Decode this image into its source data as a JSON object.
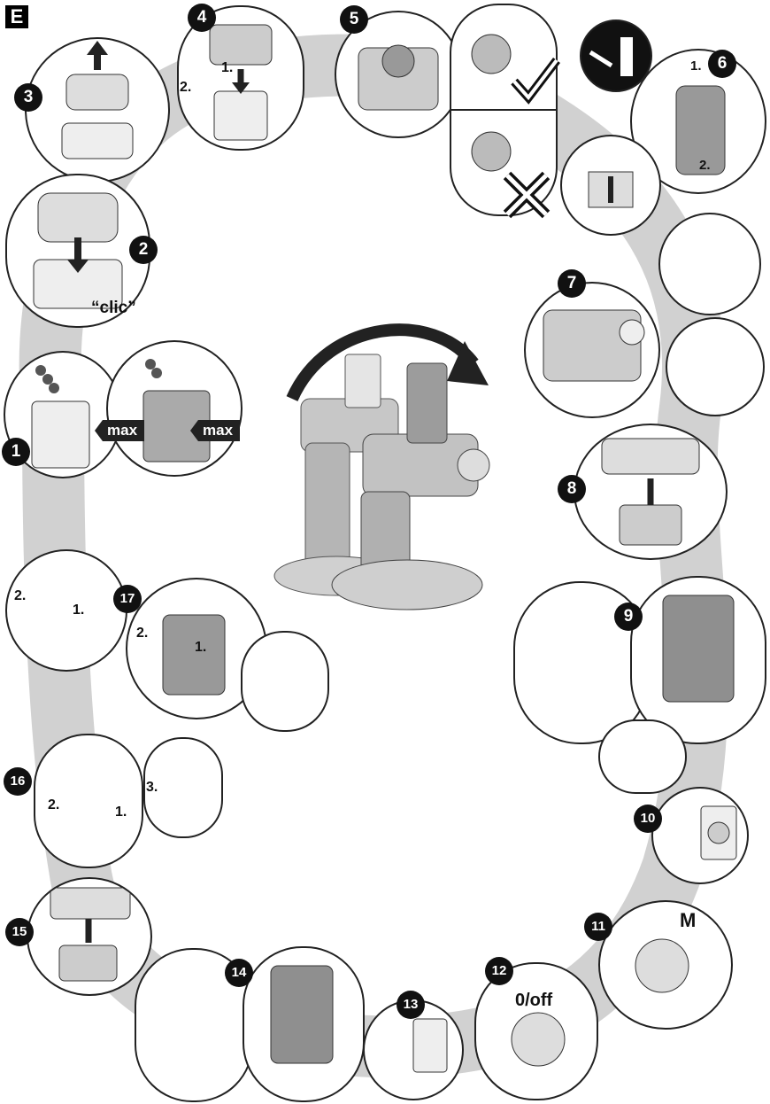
{
  "section_label": "E",
  "steps": [
    "1",
    "2",
    "3",
    "4",
    "5",
    "6",
    "7",
    "8",
    "9",
    "10",
    "11",
    "12",
    "13",
    "14",
    "15",
    "16",
    "17"
  ],
  "texts": {
    "max": "max",
    "clic": "“clic”",
    "sub_1": "1.",
    "sub_2": "2.",
    "sub_3": "3.",
    "mode_m": "M",
    "off": "0/off"
  },
  "icons": {
    "check": "checkmark-icon",
    "cross": "cross-icon",
    "plug": "power-plug-icon",
    "socket": "wall-socket-icon",
    "arrow": "arrow-icon"
  },
  "colors": {
    "band": "#c9c9c9",
    "ink": "#111111",
    "appliance": "#bdbdbd",
    "appliance_dark": "#8a8a8a"
  }
}
